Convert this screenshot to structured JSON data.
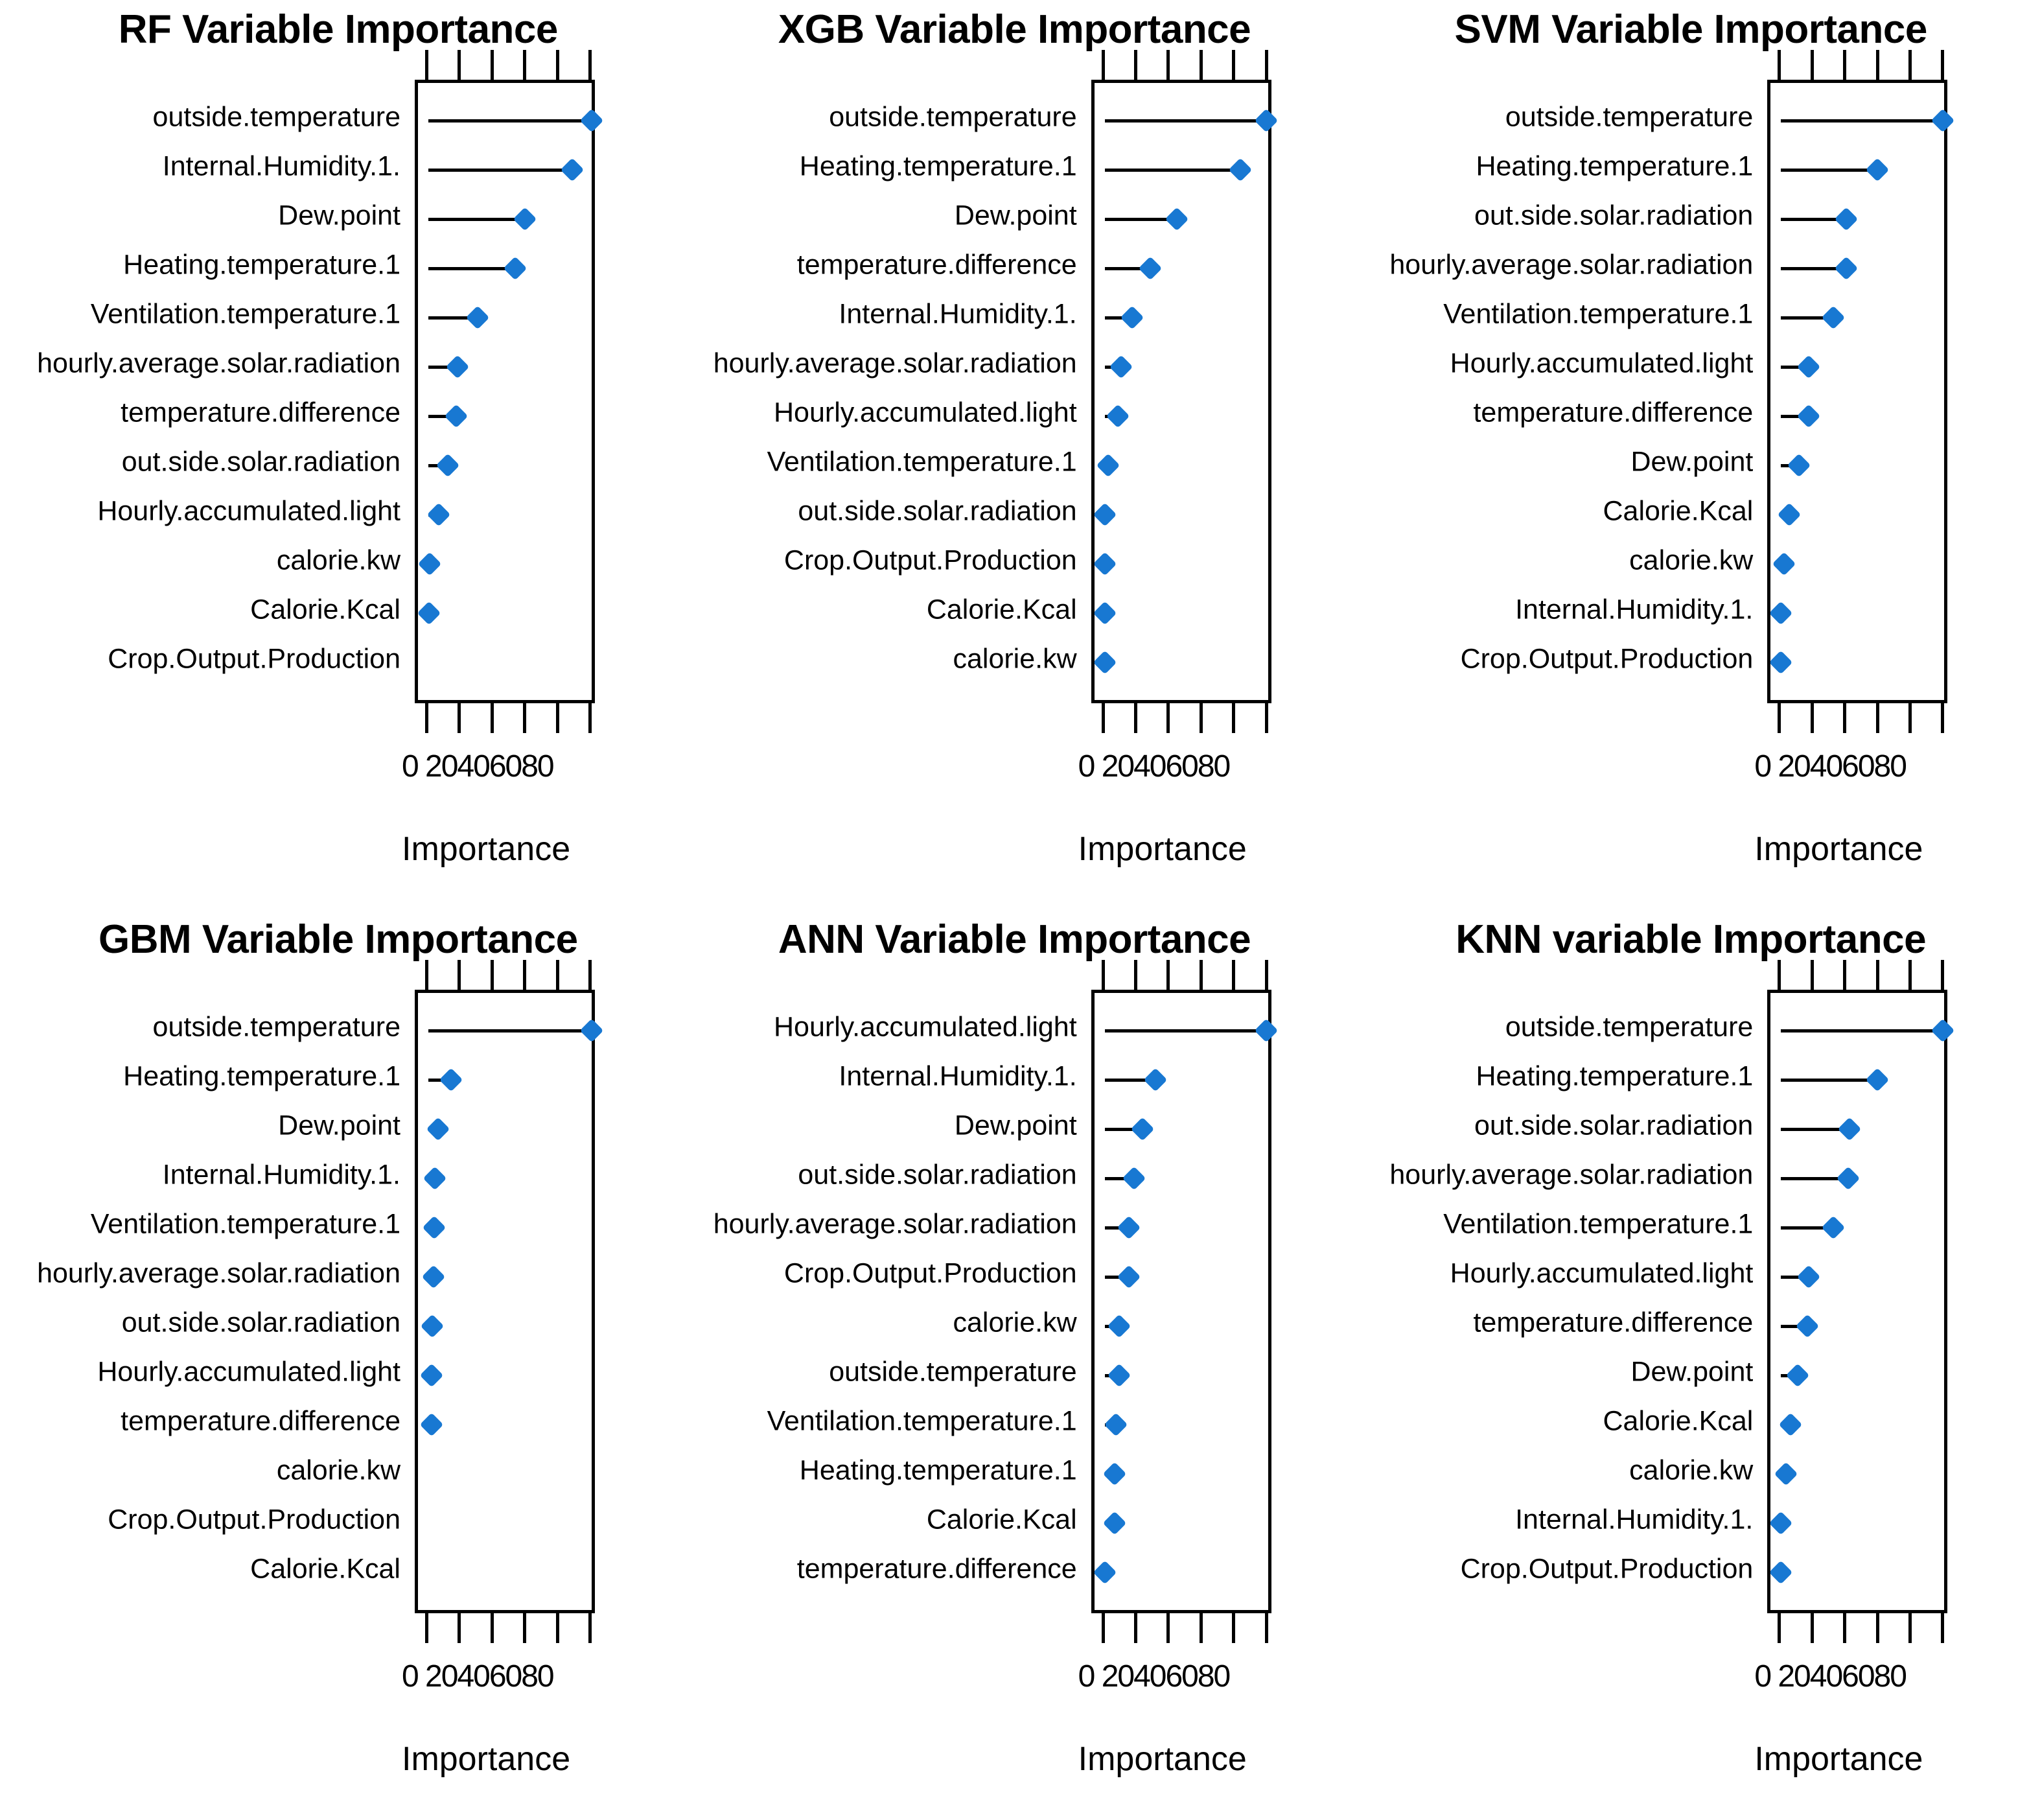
{
  "figure": {
    "axis_label": "Importance",
    "tick_label_text": "0 20406080",
    "tick_values": [
      0,
      20,
      40,
      60,
      80,
      100
    ],
    "labeled_ticks": [
      0,
      20,
      40,
      60,
      80
    ],
    "point_color": "#1878d2",
    "axis_color": "#000000"
  },
  "chart_data": [
    {
      "type": "bar",
      "title": "RF Variable Importance",
      "xlabel": "Importance",
      "ylabel": "",
      "xlim": [
        0,
        100
      ],
      "grid": false,
      "legend": "none",
      "categories": [
        "outside.temperature",
        "Internal.Humidity.1.",
        "Dew.point",
        "Heating.temperature.1",
        "Ventilation.temperature.1",
        "hourly.average.solar.radiation",
        "temperature.difference",
        "out.side.solar.radiation",
        "Hourly.accumulated.light",
        "calorie.kw",
        "Calorie.Kcal",
        "Crop.Output.Production"
      ],
      "values": [
        100,
        88,
        59,
        53,
        30,
        18,
        17,
        12,
        6.5,
        0.8,
        0.2,
        0
      ]
    },
    {
      "type": "bar",
      "title": "XGB Variable Importance",
      "xlabel": "Importance",
      "ylabel": "",
      "xlim": [
        0,
        100
      ],
      "grid": false,
      "legend": "none",
      "categories": [
        "outside.temperature",
        "Heating.temperature.1",
        "Dew.point",
        "temperature.difference",
        "Internal.Humidity.1.",
        "hourly.average.solar.radiation",
        "Hourly.accumulated.light",
        "Ventilation.temperature.1",
        "out.side.solar.radiation",
        "Crop.Output.Production",
        "Calorie.Kcal",
        "calorie.kw"
      ],
      "values": [
        99,
        83,
        44,
        28,
        17,
        10,
        8,
        2,
        0.3,
        0.2,
        0.1,
        0
      ]
    },
    {
      "type": "bar",
      "title": "SVM Variable Importance",
      "xlabel": "Importance",
      "ylabel": "",
      "xlim": [
        0,
        100
      ],
      "grid": false,
      "legend": "none",
      "categories": [
        "outside.temperature",
        "Heating.temperature.1",
        "out.side.solar.radiation",
        "hourly.average.solar.radiation",
        "Ventilation.temperature.1",
        "Hourly.accumulated.light",
        "temperature.difference",
        "Dew.point",
        "Calorie.Kcal",
        "calorie.kw",
        "Internal.Humidity.1.",
        "Crop.Output.Production"
      ],
      "values": [
        99,
        59,
        40,
        40,
        32,
        17,
        17,
        11,
        5,
        2,
        0,
        0
      ]
    },
    {
      "type": "bar",
      "title": "GBM Variable Importance",
      "xlabel": "Importance",
      "ylabel": "",
      "xlim": [
        0,
        100
      ],
      "grid": false,
      "legend": "none",
      "categories": [
        "outside.temperature",
        "Heating.temperature.1",
        "Dew.point",
        "Internal.Humidity.1.",
        "Ventilation.temperature.1",
        "hourly.average.solar.radiation",
        "out.side.solar.radiation",
        "Hourly.accumulated.light",
        "temperature.difference",
        "calorie.kw",
        "Crop.Output.Production",
        "Calorie.Kcal"
      ],
      "values": [
        100,
        14,
        6,
        4,
        3.5,
        3,
        2.5,
        2,
        1.8,
        0,
        0,
        0
      ]
    },
    {
      "type": "bar",
      "title": "ANN Variable Importance",
      "xlabel": "Importance",
      "ylabel": "",
      "xlim": [
        0,
        100
      ],
      "grid": false,
      "legend": "none",
      "categories": [
        "Hourly.accumulated.light",
        "Internal.Humidity.1.",
        "Dew.point",
        "out.side.solar.radiation",
        "hourly.average.solar.radiation",
        "Crop.Output.Production",
        "calorie.kw",
        "outside.temperature",
        "Ventilation.temperature.1",
        "Heating.temperature.1",
        "Calorie.Kcal",
        "temperature.difference"
      ],
      "values": [
        99,
        31,
        23,
        18,
        15,
        15,
        9,
        9,
        7,
        6,
        6,
        0
      ]
    },
    {
      "type": "bar",
      "title": "KNN variable Importance",
      "xlabel": "Importance",
      "ylabel": "",
      "xlim": [
        0,
        100
      ],
      "grid": false,
      "legend": "none",
      "categories": [
        "outside.temperature",
        "Heating.temperature.1",
        "out.side.solar.radiation",
        "hourly.average.solar.radiation",
        "Ventilation.temperature.1",
        "Hourly.accumulated.light",
        "temperature.difference",
        "Dew.point",
        "Calorie.Kcal",
        "calorie.kw",
        "Internal.Humidity.1.",
        "Crop.Output.Production"
      ],
      "values": [
        99,
        59,
        42,
        41,
        32,
        17,
        16,
        10,
        6,
        3,
        0,
        0
      ]
    }
  ]
}
